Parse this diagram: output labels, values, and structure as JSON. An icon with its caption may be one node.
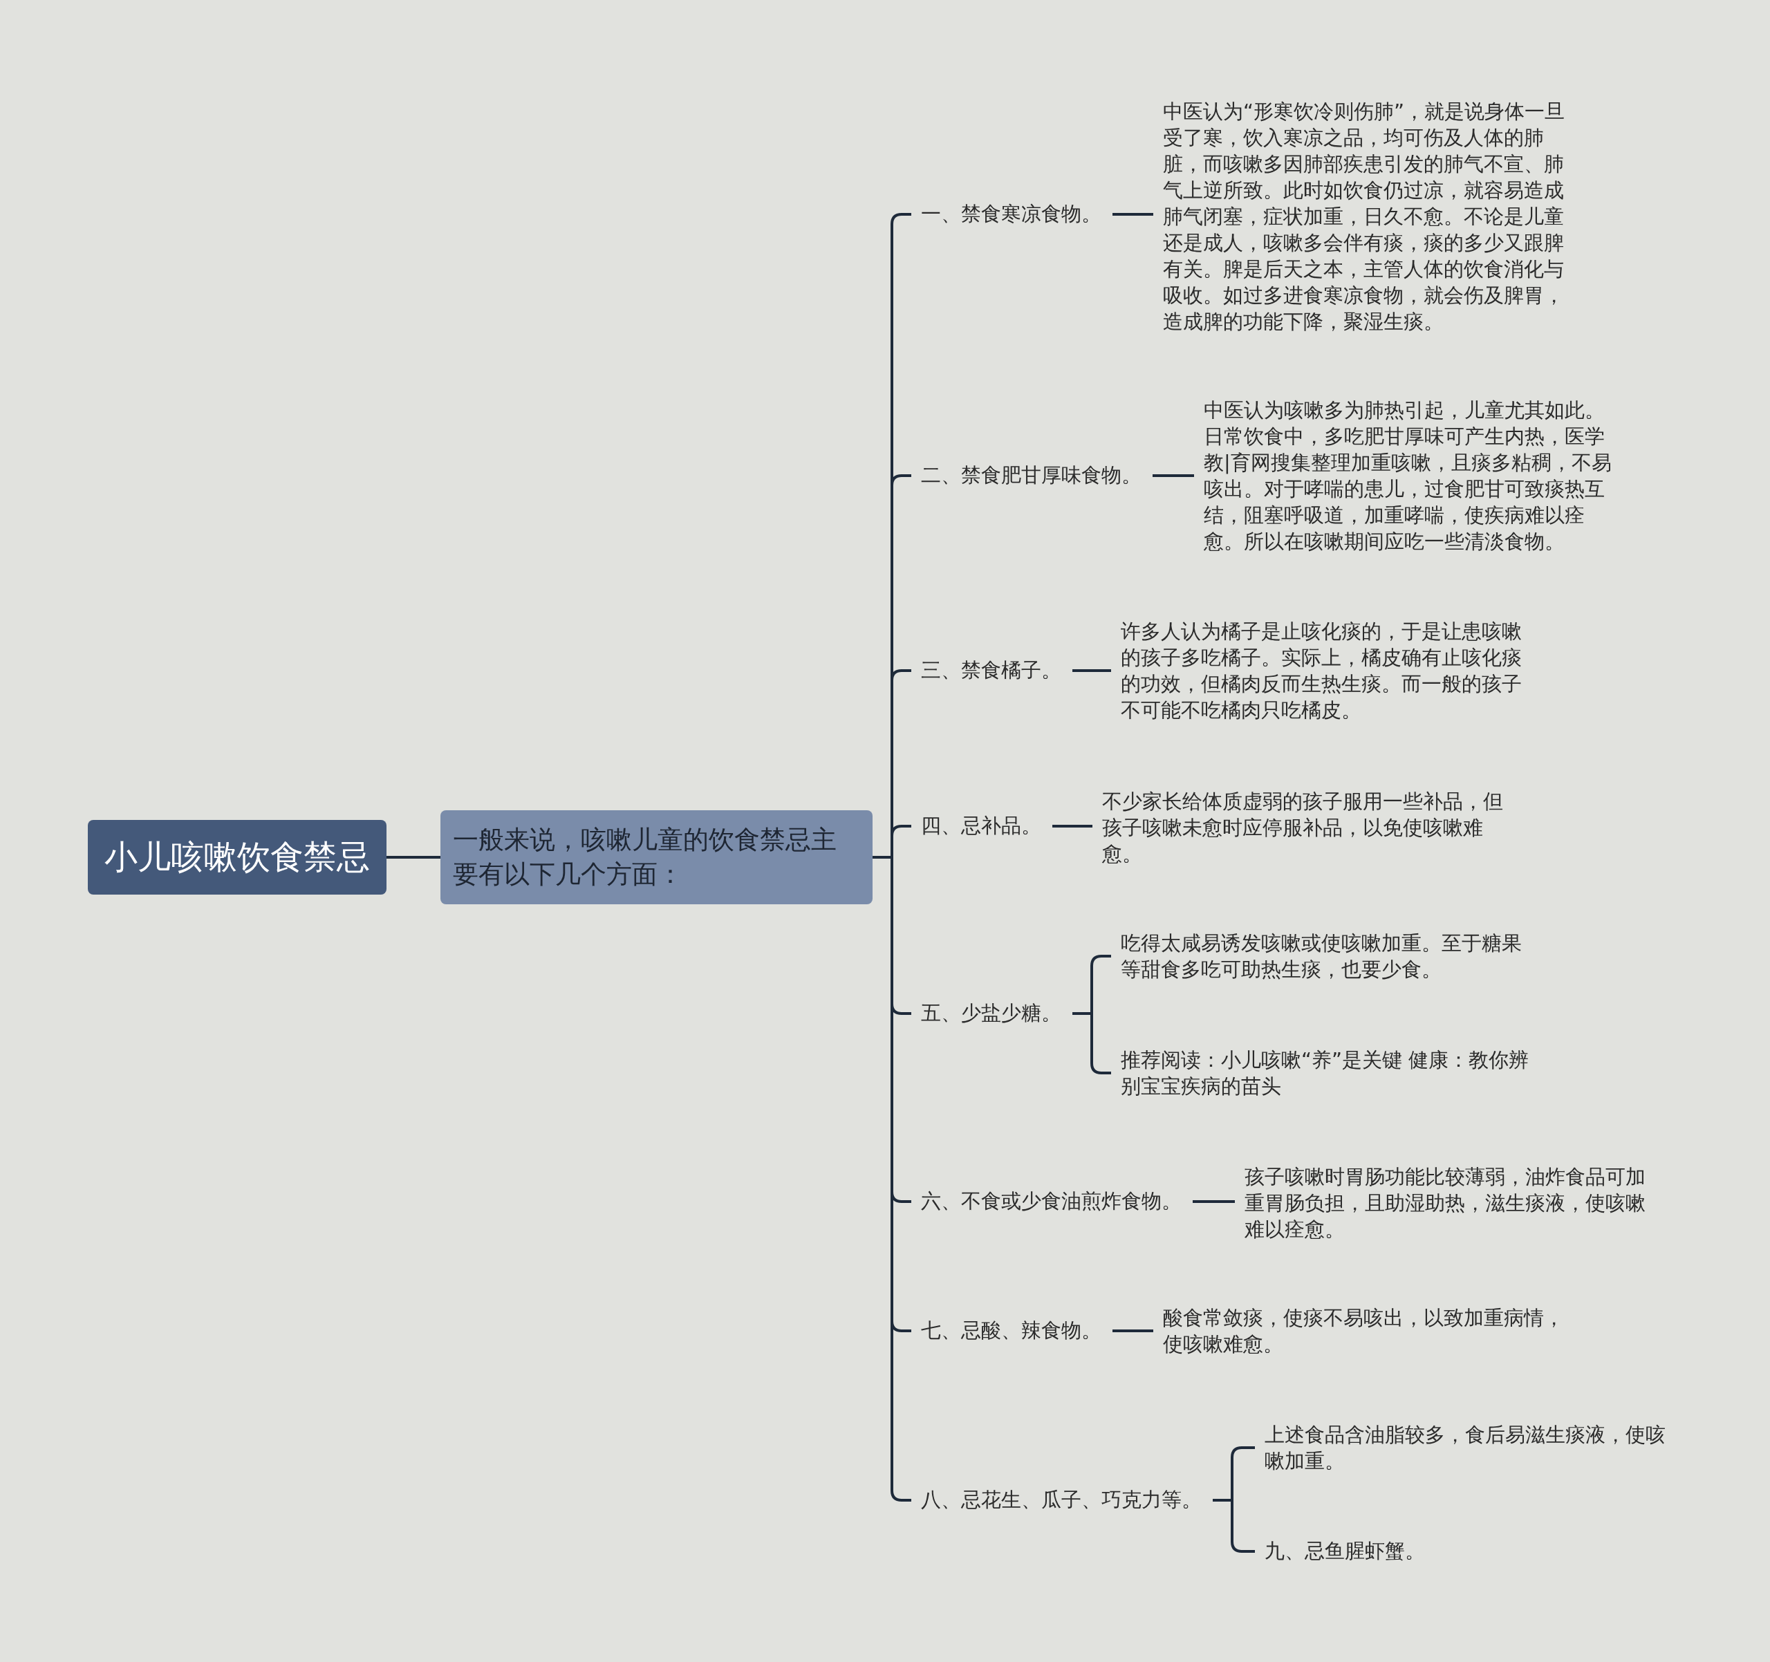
{
  "diagram": {
    "nodes": [
      {
        "text": [
          "小儿咳嗽饮食禁忌"
        ]
      },
      {
        "text": [
          "一般来说，咳嗽儿童的饮食禁忌主要有以下几个方面："
        ]
      },
      {
        "text": [
          "一、禁食寒凉食物。"
        ]
      },
      {
        "text": [
          "中医认为“形寒饮冷则伤肺”，就是说身体一旦受了寒，饮入寒凉之品，均可伤及人体的肺脏，而咳嗽多因肺部疾患引发的肺气不宣、肺气上逆所致。此时如饮食仍过凉，就容易造成肺气闭塞，症状加重，日久不愈。不论是儿童还是成人，咳嗽多会伴有痰，痰的多少又跟脾有关。脾是后天之本，主管人体的饮食消化与吸收。如过多进食寒凉食物，就会伤及脾胃，造成脾的功能下降，聚湿生痰。"
        ]
      },
      {
        "text": [
          "二、禁食肥甘厚味食物。"
        ]
      },
      {
        "text": [
          "中医认为咳嗽多为肺热引起，儿童尤其如此。日常饮食中，多吃肥甘厚味可产生内热，医学教|育网搜集整理加重咳嗽，且痰多粘稠，不易咳出。对于哮喘的患儿，过食肥甘可致痰热互结，阻塞呼吸道，加重哮喘，使疾病难以痊愈。所以在咳嗽期间应吃一些清淡食物。"
        ]
      },
      {
        "text": [
          "三、禁食橘子。"
        ]
      },
      {
        "text": [
          "许多人认为橘子是止咳化痰的，于是让患咳嗽的孩子多吃橘子。实际上，橘皮确有止咳化痰的功效，但橘肉反而生热生痰。而一般的孩子不可能不吃橘肉只吃橘皮。"
        ]
      },
      {
        "text": [
          "四、忌补品。"
        ]
      },
      {
        "text": [
          "不少家长给体质虚弱的孩子服用一些补品，但孩子咳嗽未愈时应停服补品，以免使咳嗽难愈。"
        ]
      },
      {
        "text": [
          "五、少盐少糖。"
        ]
      },
      {
        "text": [
          "吃得太咸易诱发咳嗽或使咳嗽加重。至于糖果等甜食多吃可助热生痰，也要少食。"
        ]
      },
      {
        "text": [
          "推荐阅读：小儿咳嗽“养”是关键 健康：教你辨别宝宝疾病的苗头"
        ]
      },
      {
        "text": [
          "六、不食或少食油煎炸食物。"
        ]
      },
      {
        "text": [
          "孩子咳嗽时胃肠功能比较薄弱，油炸食品可加重胃肠负担，且助湿助热，滋生痰液，使咳嗽难以痊愈。"
        ]
      },
      {
        "text": [
          "七、忌酸、辣食物。"
        ]
      },
      {
        "text": [
          "酸食常敛痰，使痰不易咳出，以致加重病情，使咳嗽难愈。"
        ]
      },
      {
        "text": [
          "八、忌花生、瓜子、巧克力等。"
        ]
      },
      {
        "text": [
          "上述食品含油脂较多，食后易滋生痰液，使咳嗽加重。"
        ]
      },
      {
        "text": [
          "九、忌鱼腥虾蟹。"
        ]
      }
    ],
    "edges": [
      {
        "from": 0,
        "to": 1,
        "arrow": "none"
      },
      {
        "from": 1,
        "to": 2,
        "arrow": "none"
      },
      {
        "from": 1,
        "to": 4,
        "arrow": "none"
      },
      {
        "from": 1,
        "to": 6,
        "arrow": "none"
      },
      {
        "from": 1,
        "to": 8,
        "arrow": "none"
      },
      {
        "from": 1,
        "to": 10,
        "arrow": "none"
      },
      {
        "from": 1,
        "to": 13,
        "arrow": "none"
      },
      {
        "from": 1,
        "to": 15,
        "arrow": "none"
      },
      {
        "from": 1,
        "to": 17,
        "arrow": "none"
      },
      {
        "from": 2,
        "to": 3,
        "arrow": "none"
      },
      {
        "from": 4,
        "to": 5,
        "arrow": "none"
      },
      {
        "from": 6,
        "to": 7,
        "arrow": "none"
      },
      {
        "from": 8,
        "to": 9,
        "arrow": "none"
      },
      {
        "from": 10,
        "to": 11,
        "arrow": "none"
      },
      {
        "from": 10,
        "to": 12,
        "arrow": "none"
      },
      {
        "from": 13,
        "to": 14,
        "arrow": "none"
      },
      {
        "from": 15,
        "to": 16,
        "arrow": "none"
      },
      {
        "from": 17,
        "to": 18,
        "arrow": "none"
      },
      {
        "from": 17,
        "to": 19,
        "arrow": "none"
      }
    ]
  }
}
